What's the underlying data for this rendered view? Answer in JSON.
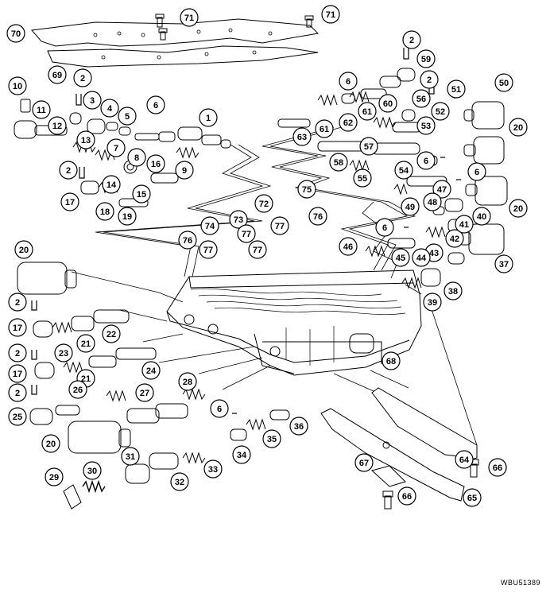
{
  "callouts": [
    {
      "id": "c70",
      "label": "70"
    },
    {
      "id": "c71a",
      "label": "71"
    },
    {
      "id": "c71b",
      "label": "71"
    },
    {
      "id": "c69",
      "label": "69"
    },
    {
      "id": "c10",
      "label": "10"
    },
    {
      "id": "c2a",
      "label": "2"
    },
    {
      "id": "c3",
      "label": "3"
    },
    {
      "id": "c4",
      "label": "4"
    },
    {
      "id": "c6a",
      "label": "6"
    },
    {
      "id": "c1",
      "label": "1"
    },
    {
      "id": "c5",
      "label": "5"
    },
    {
      "id": "c11",
      "label": "11"
    },
    {
      "id": "c12",
      "label": "12"
    },
    {
      "id": "c13",
      "label": "13"
    },
    {
      "id": "c7",
      "label": "7"
    },
    {
      "id": "c8",
      "label": "8"
    },
    {
      "id": "c9",
      "label": "9"
    },
    {
      "id": "c16",
      "label": "16"
    },
    {
      "id": "c14",
      "label": "14"
    },
    {
      "id": "c15",
      "label": "15"
    },
    {
      "id": "c2b",
      "label": "2"
    },
    {
      "id": "c17a",
      "label": "17"
    },
    {
      "id": "c18",
      "label": "18"
    },
    {
      "id": "c19",
      "label": "19"
    },
    {
      "id": "c2c",
      "label": "2"
    },
    {
      "id": "c59",
      "label": "59"
    },
    {
      "id": "c6b",
      "label": "6"
    },
    {
      "id": "c2d",
      "label": "2"
    },
    {
      "id": "c50",
      "label": "50"
    },
    {
      "id": "c60",
      "label": "60"
    },
    {
      "id": "c56",
      "label": "56"
    },
    {
      "id": "c51",
      "label": "51"
    },
    {
      "id": "c61a",
      "label": "61"
    },
    {
      "id": "c62",
      "label": "62"
    },
    {
      "id": "c61b",
      "label": "61"
    },
    {
      "id": "c52",
      "label": "52"
    },
    {
      "id": "c53",
      "label": "53"
    },
    {
      "id": "c20a",
      "label": "20"
    },
    {
      "id": "c63",
      "label": "63"
    },
    {
      "id": "c57",
      "label": "57"
    },
    {
      "id": "c58",
      "label": "58"
    },
    {
      "id": "c55",
      "label": "55"
    },
    {
      "id": "c54",
      "label": "54"
    },
    {
      "id": "c6c",
      "label": "6"
    },
    {
      "id": "c6d",
      "label": "6"
    },
    {
      "id": "c47",
      "label": "47"
    },
    {
      "id": "c48",
      "label": "48"
    },
    {
      "id": "c49",
      "label": "49"
    },
    {
      "id": "c20b",
      "label": "20"
    },
    {
      "id": "c75",
      "label": "75"
    },
    {
      "id": "c76a",
      "label": "76"
    },
    {
      "id": "c72",
      "label": "72"
    },
    {
      "id": "c73",
      "label": "73"
    },
    {
      "id": "c74",
      "label": "74"
    },
    {
      "id": "c77a",
      "label": "77"
    },
    {
      "id": "c77b",
      "label": "77"
    },
    {
      "id": "c76b",
      "label": "76"
    },
    {
      "id": "c77c",
      "label": "77"
    },
    {
      "id": "c77d",
      "label": "77"
    },
    {
      "id": "c40",
      "label": "40"
    },
    {
      "id": "c42",
      "label": "42"
    },
    {
      "id": "c41",
      "label": "41"
    },
    {
      "id": "c6e",
      "label": "6"
    },
    {
      "id": "c43",
      "label": "43"
    },
    {
      "id": "c46",
      "label": "46"
    },
    {
      "id": "c45",
      "label": "45"
    },
    {
      "id": "c44",
      "label": "44"
    },
    {
      "id": "c37",
      "label": "37"
    },
    {
      "id": "c20c",
      "label": "20"
    },
    {
      "id": "c38",
      "label": "38"
    },
    {
      "id": "c39",
      "label": "39"
    },
    {
      "id": "c2e",
      "label": "2"
    },
    {
      "id": "c22",
      "label": "22"
    },
    {
      "id": "c17b",
      "label": "17"
    },
    {
      "id": "c21a",
      "label": "21"
    },
    {
      "id": "c2f",
      "label": "2"
    },
    {
      "id": "c23",
      "label": "23"
    },
    {
      "id": "c68",
      "label": "68"
    },
    {
      "id": "c17c",
      "label": "17"
    },
    {
      "id": "c24",
      "label": "24"
    },
    {
      "id": "c21b",
      "label": "21"
    },
    {
      "id": "c28",
      "label": "28"
    },
    {
      "id": "c2g",
      "label": "2"
    },
    {
      "id": "c26",
      "label": "26"
    },
    {
      "id": "c25",
      "label": "25"
    },
    {
      "id": "c27",
      "label": "27"
    },
    {
      "id": "c6f",
      "label": "6"
    },
    {
      "id": "c36",
      "label": "36"
    },
    {
      "id": "c20d",
      "label": "20"
    },
    {
      "id": "c35",
      "label": "35"
    },
    {
      "id": "c31",
      "label": "31"
    },
    {
      "id": "c34",
      "label": "34"
    },
    {
      "id": "c33",
      "label": "33"
    },
    {
      "id": "c32",
      "label": "32"
    },
    {
      "id": "c64",
      "label": "64"
    },
    {
      "id": "c29",
      "label": "29"
    },
    {
      "id": "c30",
      "label": "30"
    },
    {
      "id": "c67",
      "label": "67"
    },
    {
      "id": "c66a",
      "label": "66"
    },
    {
      "id": "c66b",
      "label": "66"
    },
    {
      "id": "c65",
      "label": "65"
    }
  ],
  "reference_code": "WBU51389"
}
